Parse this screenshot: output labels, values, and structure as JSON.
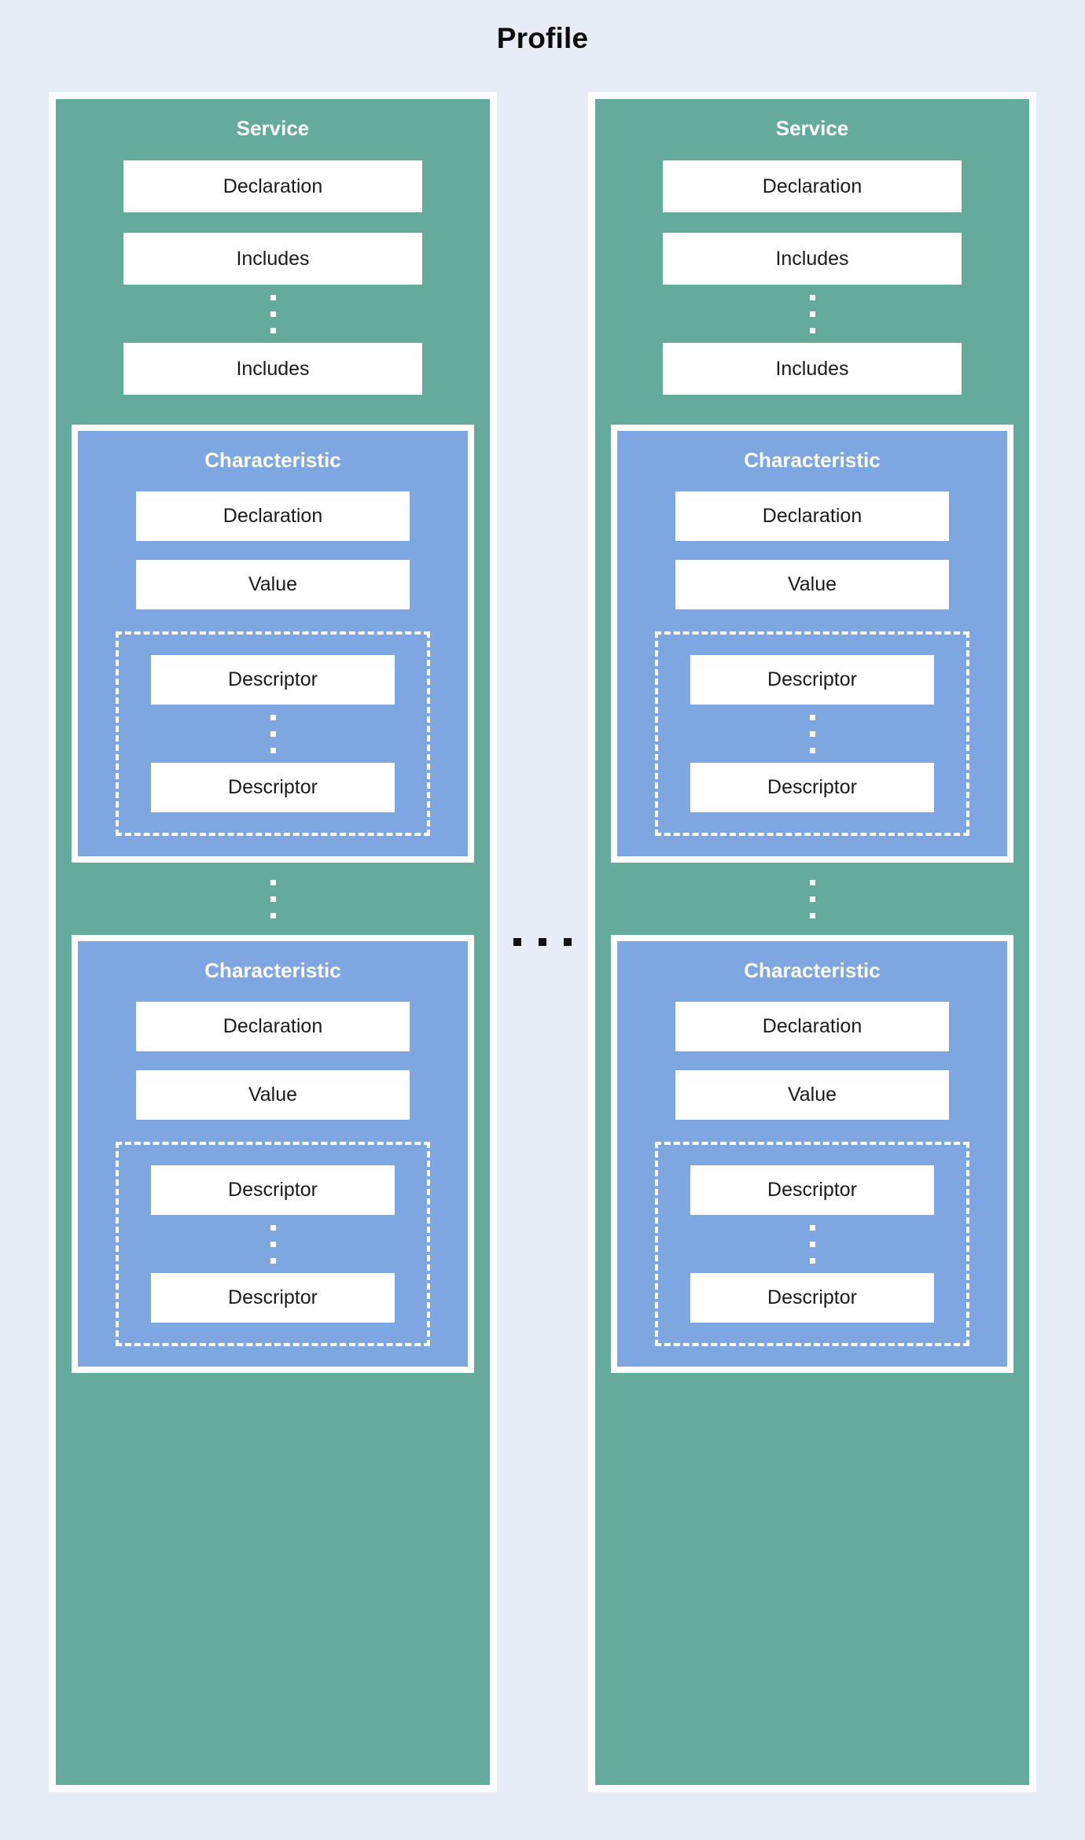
{
  "diagram": {
    "title": "Profile",
    "background_color": "#e7edf6",
    "service_color": "#65ab9c",
    "characteristic_color": "#7ea6e0",
    "field_color": "#ffffff",
    "border_color": "#ffffff",
    "ellipsis_horizontal": "...",
    "between_columns_label": "..."
  },
  "labels": {
    "service": "Service",
    "declaration": "Declaration",
    "includes": "Includes",
    "characteristic": "Characteristic",
    "value": "Value",
    "descriptor": "Descriptor"
  },
  "services": [
    {
      "title": "Service",
      "fields": [
        "Declaration",
        "Includes",
        "Includes"
      ],
      "characteristics": [
        {
          "title": "Characteristic",
          "fields": [
            "Declaration",
            "Value"
          ],
          "descriptors": [
            "Descriptor",
            "Descriptor"
          ]
        },
        {
          "title": "Characteristic",
          "fields": [
            "Declaration",
            "Value"
          ],
          "descriptors": [
            "Descriptor",
            "Descriptor"
          ]
        }
      ]
    },
    {
      "title": "Service",
      "fields": [
        "Declaration",
        "Includes",
        "Includes"
      ],
      "characteristics": [
        {
          "title": "Characteristic",
          "fields": [
            "Declaration",
            "Value"
          ],
          "descriptors": [
            "Descriptor",
            "Descriptor"
          ]
        },
        {
          "title": "Characteristic",
          "fields": [
            "Declaration",
            "Value"
          ],
          "descriptors": [
            "Descriptor",
            "Descriptor"
          ]
        }
      ]
    }
  ]
}
